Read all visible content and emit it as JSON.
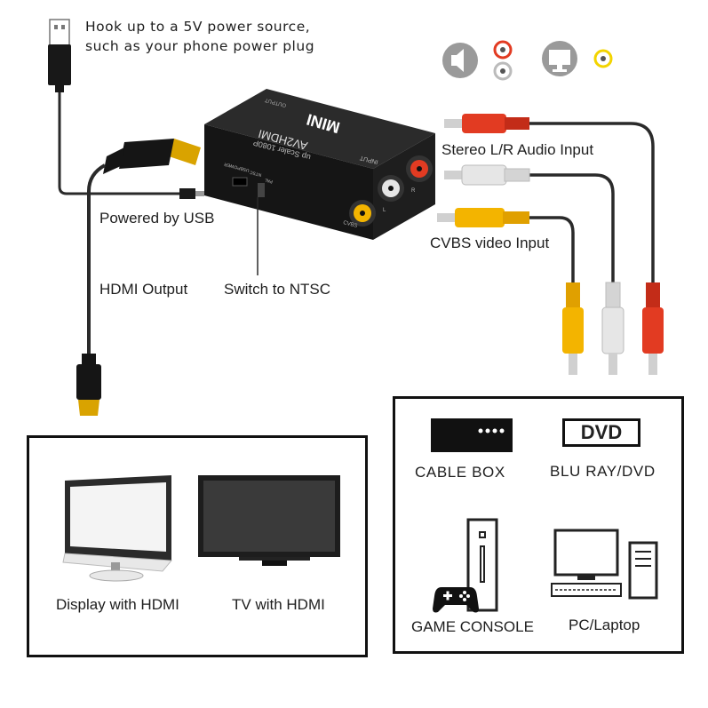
{
  "colors": {
    "cable": "#2a2a2a",
    "box_border": "#111111",
    "rca_red": "#e23b22",
    "rca_white": "#e6e6e6",
    "rca_yellow": "#f3b400",
    "gold": "#d9a300",
    "device_body": "#141414"
  },
  "top_note": {
    "line1": "Hook up to a 5V power source,",
    "line2": "such as your phone power plug"
  },
  "device": {
    "brand": "MINI",
    "model": "AV2HDMI",
    "subtitle": "up Scaler 1080P",
    "output_label": "OUTPUT",
    "input_label": "INPUT",
    "usb_power_label": "USBPOWER",
    "ntsc_label": "NTSC",
    "pal_label": "PAL",
    "cvbs_label": "CVBS",
    "l_label": "L",
    "r_label": "R"
  },
  "labels": {
    "stereo": "Stereo L/R Audio Input",
    "cvbs": "CVBS video Input",
    "powered_usb": "Powered by USB",
    "hdmi_output": "HDMI Output",
    "switch_ntsc": "Switch to NTSC"
  },
  "top_icons": [
    "speaker-icon",
    "audio-rca-icon",
    "monitor-icon",
    "video-rca-icon"
  ],
  "displays": {
    "monitor_caption": "Display with HDMI",
    "tv_caption": "TV with HDMI"
  },
  "sources": {
    "cable_box_caption": "CABLE BOX",
    "dvd_badge": "DVD",
    "dvd_caption": "BLU RAY/DVD",
    "console_caption": "GAME CONSOLE",
    "pc_caption": "PC/Laptop"
  }
}
